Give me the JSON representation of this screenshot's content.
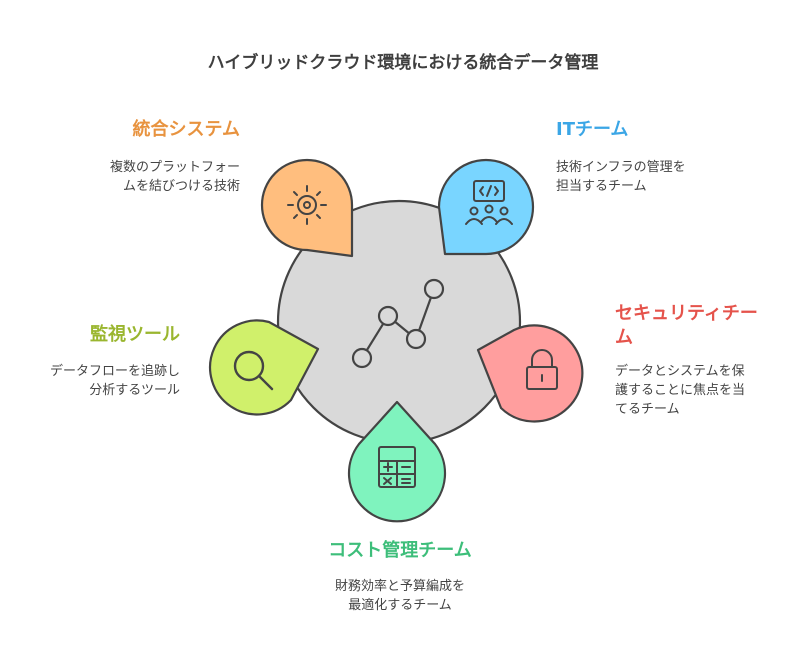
{
  "title": "ハイブリッドクラウド環境における統合データ管理",
  "colors": {
    "integration": "#E8933F",
    "it_team": "#3BA6E6",
    "security": "#E5534B",
    "monitoring": "#9AB62F",
    "cost": "#3DBE7A"
  },
  "nodes": {
    "integration": {
      "title": "統合システム",
      "desc": "複数のプラットフォー\nムを結びつける技術",
      "icon": "sun-icon"
    },
    "it_team": {
      "title": "ITチーム",
      "desc": "技術インフラの管理を\n担当するチーム",
      "icon": "code-team-icon"
    },
    "security": {
      "title": "セキュリティチー\nム",
      "desc": "データとシステムを保\n護することに焦点を当\nてるチーム",
      "icon": "lock-icon"
    },
    "monitoring": {
      "title": "監視ツール",
      "desc": "データフローを追跡し\n分析するツール",
      "icon": "magnifier-icon"
    },
    "cost": {
      "title": "コスト管理チーム",
      "desc": "財務効率と予算編成を\n最適化するチーム",
      "icon": "calculator-icon"
    }
  },
  "center_icon": "line-graph-icon"
}
